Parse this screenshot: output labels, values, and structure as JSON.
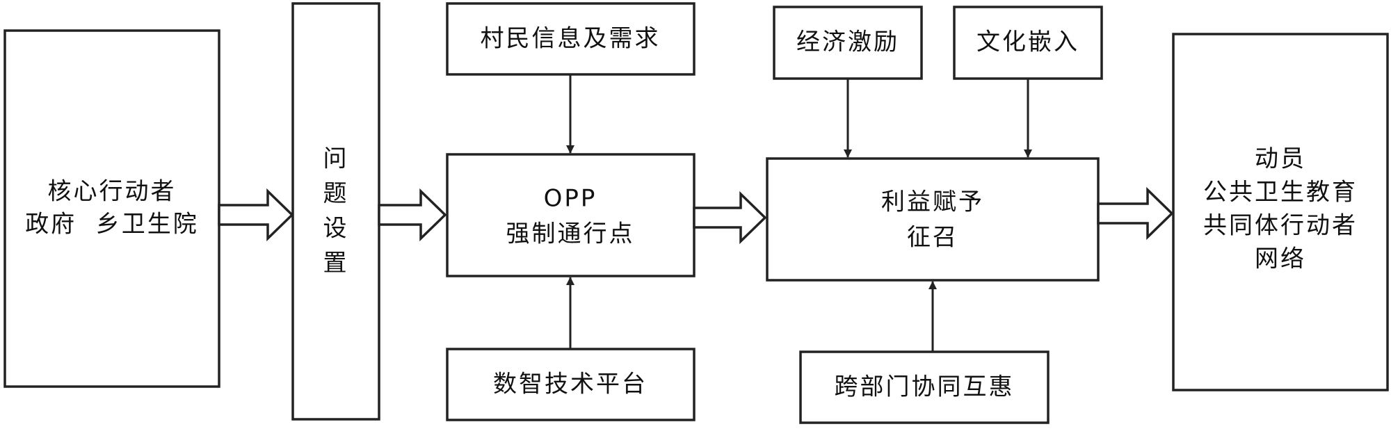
{
  "nodes": {
    "core_actors": {
      "lines": [
        "核心行动者",
        "政府  乡卫生院"
      ]
    },
    "problem": {
      "lines": [
        "问",
        "题",
        "设",
        "置"
      ]
    },
    "villager_info": {
      "lines": [
        "村民信息及需求"
      ]
    },
    "opp": {
      "lines": [
        "OPP",
        "强制通行点"
      ]
    },
    "digital_platform": {
      "lines": [
        "数智技术平台"
      ]
    },
    "economic": {
      "lines": [
        "经济激励"
      ]
    },
    "culture": {
      "lines": [
        "文化嵌入"
      ]
    },
    "interest": {
      "lines": [
        "利益赋予",
        "征召"
      ]
    },
    "cross_dept": {
      "lines": [
        "跨部门协同互惠"
      ]
    },
    "mobilize": {
      "lines": [
        "动员",
        "公共卫生教育",
        "共同体行动者",
        "网络"
      ]
    }
  }
}
